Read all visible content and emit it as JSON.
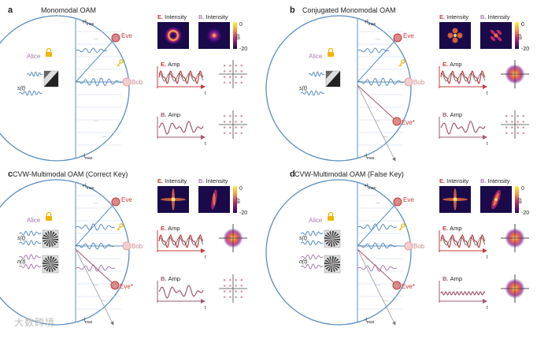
{
  "colors": {
    "blue": "#5b8ec2",
    "red": "#c43c3c",
    "pink": "#d98a8a",
    "purple": "#a77fae",
    "mauve": "#a05a6f",
    "gold": "#f0b400",
    "ink": "#222222"
  },
  "common": {
    "alice": "Alice",
    "bob": "Bob",
    "eve": "Eve",
    "eve_star": "Eve*",
    "l_max_top": "+l",
    "l_max_bottom": "-l",
    "l_sub": "max",
    "signal_s": "s(t)",
    "signal_n": "n(t)",
    "e_prefix": "E.",
    "b_prefix": "B.",
    "intensity_word": "Intensity",
    "amp_word": "Amp",
    "axis_t": "t",
    "cb_top": "0",
    "cb_bottom": "-20",
    "cb_unit": "dB",
    "ellipsis": "..."
  },
  "panels": [
    {
      "letter": "a",
      "title": "Monomodal OAM"
    },
    {
      "letter": "b",
      "title": "Conjugated Monomodal OAM"
    },
    {
      "letter": "c",
      "title": "CVW-Multimodal OAM (Correct Key)"
    },
    {
      "letter": "d",
      "title": "CVW-Multimodal OAM (False Key)"
    }
  ],
  "watermark": "大数跨境"
}
